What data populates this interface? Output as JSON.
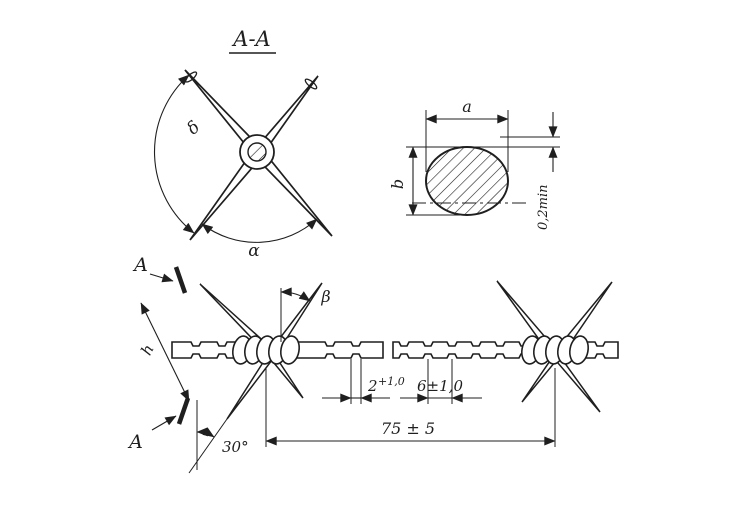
{
  "section_view": {
    "title": "A-A",
    "delta": "δ",
    "alpha": "α"
  },
  "cross_section": {
    "a": "a",
    "b": "b",
    "min_note": "0,2min"
  },
  "main_view": {
    "section_a_top": "A",
    "section_a_bottom": "A",
    "beta": "β",
    "h": "h",
    "angle_30": "30°",
    "dim_2": "2",
    "dim_2_tol": "+1,0",
    "dim_6": "6±1,0",
    "dim_75": "75 ± 5"
  },
  "colors": {
    "ink": "#1f1f1f",
    "paper": "#ffffff"
  }
}
